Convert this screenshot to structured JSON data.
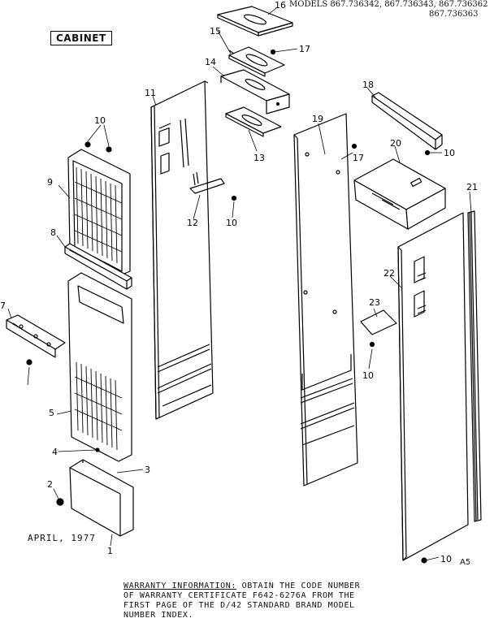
{
  "header": {
    "models_line1": "MODELS 867.736342, 867.736343, 867.736362",
    "models_line2": "867.736363",
    "section_label": "CABINET"
  },
  "callouts": {
    "c1": "1",
    "c2": "2",
    "c3": "3",
    "c4": "4",
    "c5": "5",
    "c7": "7",
    "c8": "8",
    "c9": "9",
    "c10a": "10",
    "c10b": "10",
    "c10c": "10",
    "c10d": "10",
    "c10e": "10",
    "c11": "11",
    "c12": "12",
    "c13": "13",
    "c14": "14",
    "c15": "15",
    "c16": "16",
    "c17a": "17",
    "c17b": "17",
    "c18": "18",
    "c19": "19",
    "c20": "20",
    "c21": "21",
    "c22": "22",
    "c23": "23"
  },
  "footer": {
    "date": "APRIL, 1977",
    "page_code": "A5",
    "warranty_line1_label": "WARRANTY INFORMATION:",
    "warranty_line1_rest": "OBTAIN THE CODE NUMBER",
    "warranty_line2": "OF WARRANTY CERTIFICATE F642-6276A  FROM THE",
    "warranty_line3": "FIRST PAGE OF THE D/42 STANDARD BRAND MODEL",
    "warranty_line4": "NUMBER INDEX."
  }
}
